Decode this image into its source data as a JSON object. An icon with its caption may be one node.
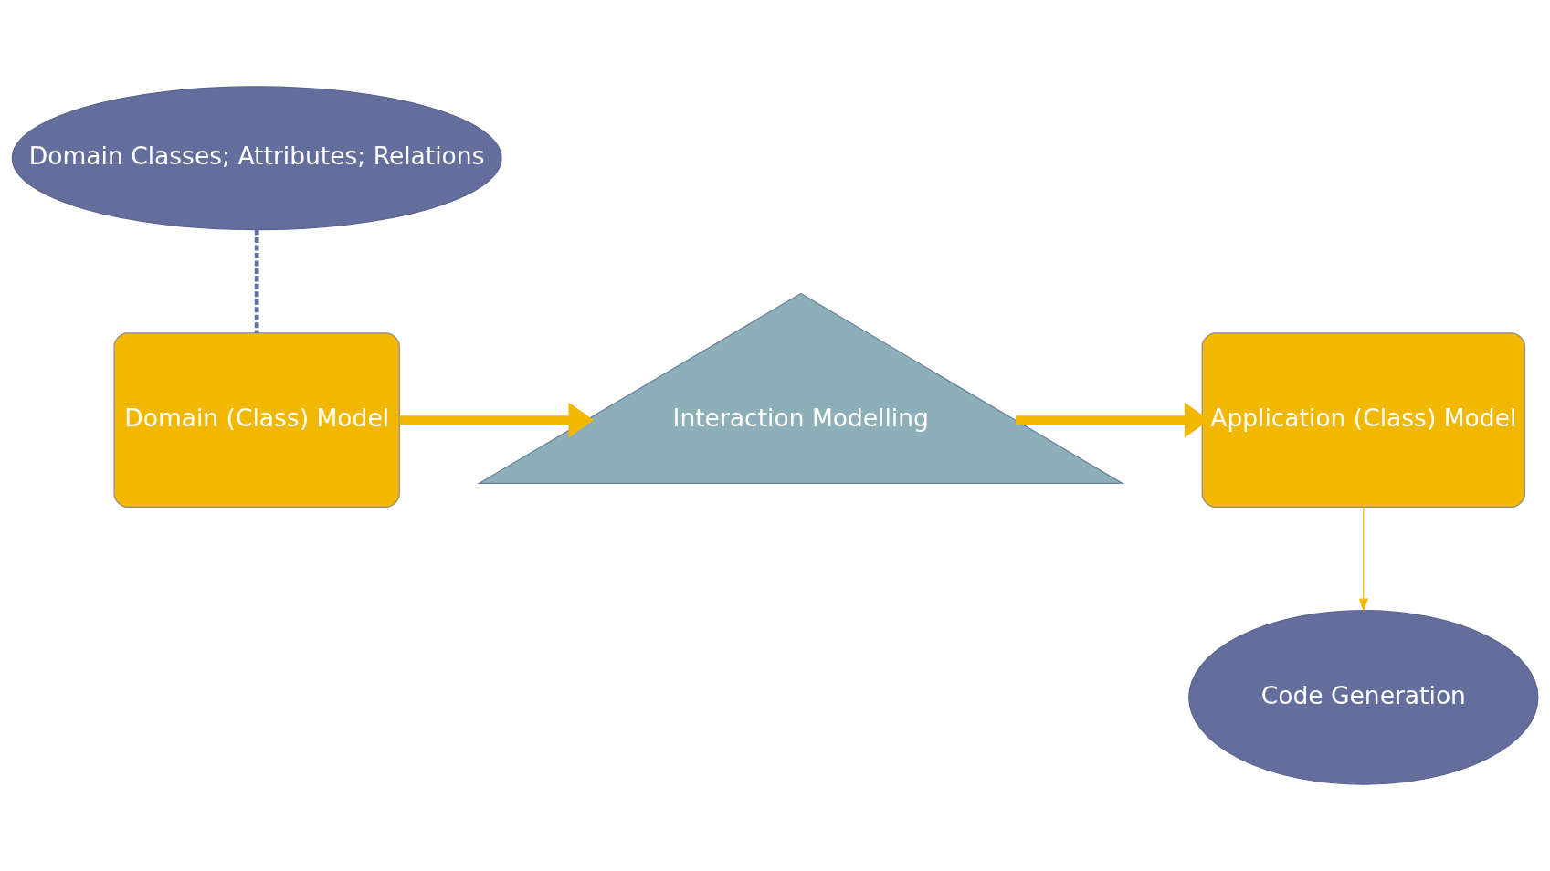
{
  "diagram": {
    "nodes": [
      {
        "text": [
          "Domain Classes; Attributes; Relations"
        ]
      },
      {
        "text": [
          "Domain (Class) Model"
        ]
      },
      {
        "text": [
          "Interaction Modelling"
        ]
      },
      {
        "text": [
          "Application (Class) Model"
        ]
      },
      {
        "text": [
          "Code Generation"
        ]
      }
    ],
    "edges": [
      {
        "from": 0,
        "to": 1,
        "arrow": "none",
        "style": "dashed",
        "color": "#646e9c"
      },
      {
        "from": 1,
        "to": 2,
        "arrow": "to",
        "style": "thick"
      },
      {
        "from": 2,
        "to": 3,
        "arrow": "to",
        "style": "thick"
      },
      {
        "from": 3,
        "to": 4,
        "arrow": "to"
      }
    ]
  }
}
